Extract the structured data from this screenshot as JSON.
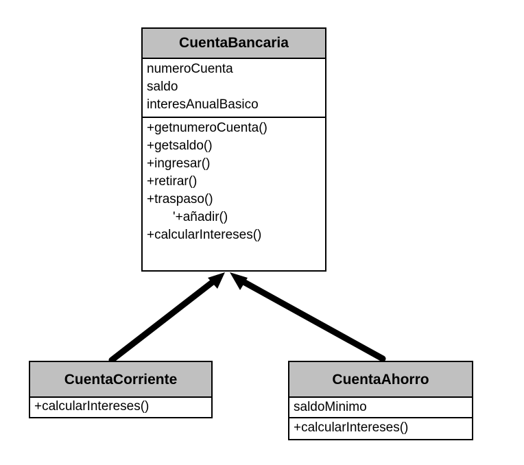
{
  "classes": {
    "cuenta_bancaria": {
      "name": "CuentaBancaria",
      "attributes": [
        "numeroCuenta",
        "saldo",
        "interesAnualBasico"
      ],
      "operations": [
        "+getnumeroCuenta()",
        "+getsaldo()",
        "+ingresar()",
        "+retirar()",
        "+traspaso()",
        "'+añadir()",
        "+calcularIntereses()"
      ]
    },
    "cuenta_corriente": {
      "name": "CuentaCorriente",
      "operations": [
        "+calcularIntereses()"
      ]
    },
    "cuenta_ahorro": {
      "name": "CuentaAhorro",
      "attributes": [
        "saldoMinimo"
      ],
      "operations": [
        "+calcularIntereses()"
      ]
    }
  },
  "relations": [
    {
      "type": "inheritance",
      "from": "CuentaCorriente",
      "to": "CuentaBancaria"
    },
    {
      "type": "inheritance",
      "from": "CuentaAhorro",
      "to": "CuentaBancaria"
    }
  ],
  "colors": {
    "header_fill": "#c0c0c0",
    "line": "#000000",
    "background": "#ffffff"
  }
}
